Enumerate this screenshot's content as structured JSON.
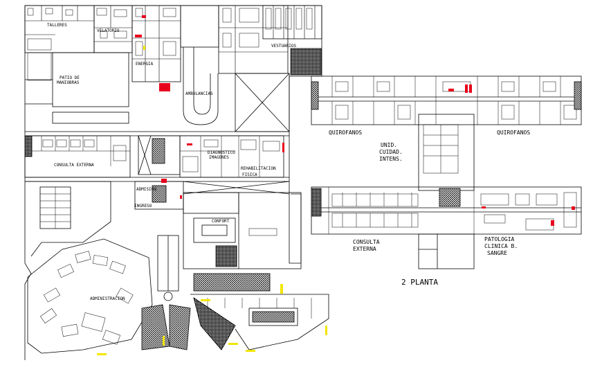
{
  "labels": {
    "talleres": "TALLERES",
    "velatorio": "VELATORIO",
    "vestuarios": "VESTUARIOS",
    "patio_line1": "PATIO DE",
    "patio_line2": "MANIOBRAS",
    "energia": "ENERGIA",
    "ambulancias": "AMBULANCIAS",
    "consulta_externa_left": "CONSULTA EXTERNA",
    "diagnostico_line1": "DIAGNOSTICO",
    "diagnostico_line2": "IMAGENES",
    "rehabilitacion_line1": "REHABILITACION",
    "rehabilitacion_line2": "FISICA",
    "admision": "ADMISION",
    "ingreso": "INGRESO",
    "confort": "CONFORT",
    "administracion": "ADMINISTRACION",
    "quirofanos_left": "QUIROFANOS",
    "quirofanos_right": "QUIROFANOS",
    "uci_line1": "UNID.",
    "uci_line2": "CUIDAD.",
    "uci_line3": "INTENS.",
    "consulta_line1": "CONSULTA",
    "consulta_line2": "EXTERNA",
    "patologia_line1": "PATOLOGIA",
    "patologia_line2": "CLINICA B.",
    "patologia_line3": "SANGRE",
    "planta": "2 PLANTA"
  },
  "colors": {
    "line": "#000000",
    "accent_red": "#e8001c",
    "accent_yellow": "#f2e600",
    "background": "#ffffff"
  }
}
